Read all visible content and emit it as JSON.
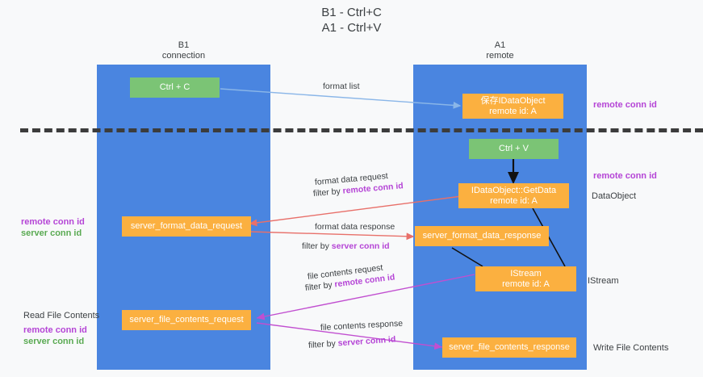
{
  "title": {
    "line1": "B1 - Ctrl+C",
    "line2": "A1 - Ctrl+V"
  },
  "columns": [
    {
      "name": "B1",
      "role": "connection"
    },
    {
      "name": "A1",
      "role": "remote"
    }
  ],
  "colors": {
    "lane": "#4a85e0",
    "box_orange": "#fbb040",
    "box_green": "#7bc475",
    "label_purple": "#b545d6",
    "label_green": "#5aaa52",
    "arrow_blue": "#8ab6e8",
    "arrow_black": "#000000",
    "arrow_red": "#e8706a",
    "arrow_magenta": "#c14fd0",
    "background": "#f8f9fa",
    "divider": "#3c3c3c"
  },
  "boxes": {
    "ctrl_c": {
      "label": "Ctrl + C"
    },
    "ctrl_v": {
      "label": "Ctrl + V"
    },
    "store_dataobject": {
      "line1": "保存IDataObject",
      "line2": "remote id: A"
    },
    "getdata": {
      "line1": "IDataObject::GetData",
      "line2": "remote id: A"
    },
    "istream": {
      "line1": "IStream",
      "line2": "remote id: A"
    },
    "server_format_data_request": {
      "label": "server_format_data_request"
    },
    "server_format_data_response": {
      "label": "server_format_data_response"
    },
    "server_file_contents_request": {
      "label": "server_file_contents_request"
    },
    "server_file_contents_response": {
      "label": "server_file_contents_response"
    }
  },
  "captions": {
    "format_list": "format list",
    "format_data_request": "format data request",
    "filter_by_remote_conn_id_1": {
      "prefix": "filter by ",
      "key": "remote conn id"
    },
    "format_data_response": "format data response",
    "filter_by_server_conn_id_1": {
      "prefix": "filter by ",
      "key": "server conn id"
    },
    "file_contents_request": "file contents request",
    "filter_by_remote_conn_id_2": {
      "prefix": "filter by ",
      "key": "remote conn id"
    },
    "file_contents_response": "file contents response",
    "filter_by_server_conn_id_2": {
      "prefix": "filter by ",
      "key": "server conn id"
    }
  },
  "right_labels": {
    "remote_conn_id_top": "remote conn id",
    "remote_conn_id_mid": "remote conn id",
    "dataobject": "DataObject",
    "istream": "IStream",
    "write_file_contents": "Write File Contents"
  },
  "left_labels": {
    "remote_conn_id_mid": "remote conn id",
    "server_conn_id_mid": "server conn id",
    "read_file_contents": "Read File Contents",
    "remote_conn_id_bottom": "remote conn id",
    "server_conn_id_bottom": "server conn id"
  }
}
